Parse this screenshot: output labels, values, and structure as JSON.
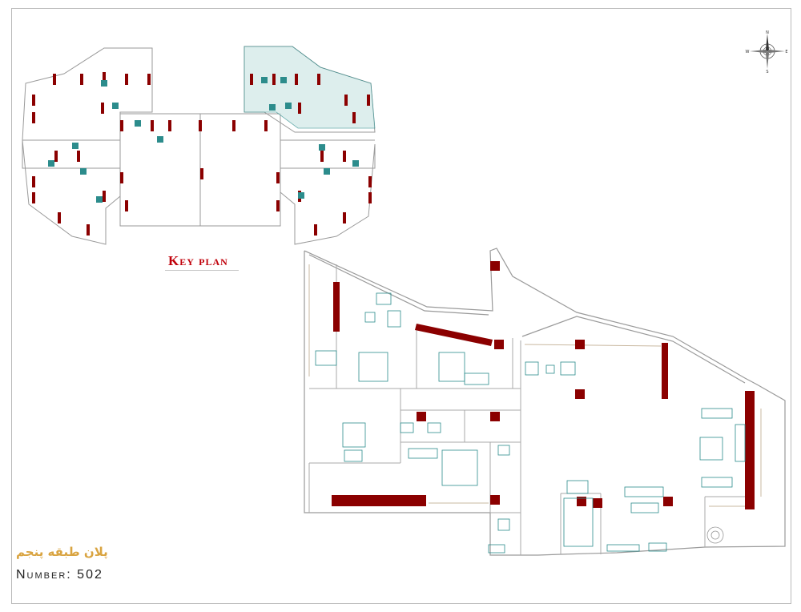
{
  "drawing": {
    "key_plan_label": "Key plan",
    "floor_title_persian": "پلان طبقه پنجم",
    "unit_number_label": "Number: 502"
  },
  "compass": {
    "north_letter": "N",
    "east_letter": "E",
    "south_letter": "S",
    "west_letter": "W"
  },
  "colors": {
    "column_red": "#8b0000",
    "highlight_teal": "#cfe8e6",
    "fixture_teal": "#2c8c8c",
    "wall_line": "#9a9a9a",
    "key_plan_text": "#c0000a",
    "persian_title": "#d9a441",
    "frame": "#b9b9b9"
  },
  "icons": [
    "north-compass-icon"
  ]
}
